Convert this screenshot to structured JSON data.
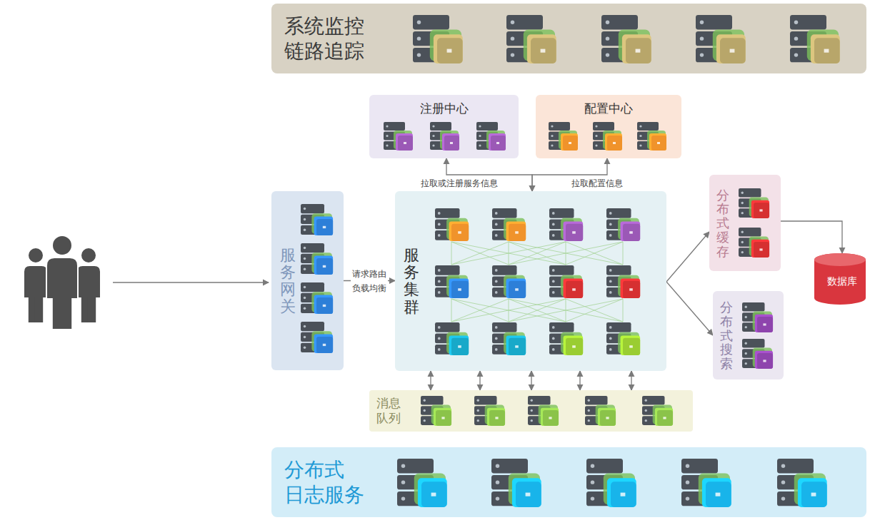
{
  "diagram": {
    "nodes": [
      {
        "text": [
          "系统监控 链路追踪"
        ]
      },
      {
        "text": [
          "注册中心"
        ]
      },
      {
        "text": [
          "配置中心"
        ]
      },
      {
        "text": [
          "服务网关"
        ]
      },
      {
        "text": [
          "服务集群"
        ]
      },
      {
        "text": [
          "分布式缓存"
        ]
      },
      {
        "text": [
          "数据库"
        ]
      },
      {
        "text": [
          "分布式搜索"
        ]
      },
      {
        "text": [
          "消息 队列"
        ]
      },
      {
        "text": [
          "分布式 日志服务"
        ]
      }
    ],
    "edges": [
      {
        "from": 3,
        "to": 4,
        "label": "请求路由 负载均衡",
        "arrow": "to"
      },
      {
        "from": 4,
        "to": 1,
        "label": "拉取或注册服务信息",
        "arrow": "both"
      },
      {
        "from": 4,
        "to": 2,
        "label": "拉取配置信息",
        "arrow": "both"
      },
      {
        "from": 4,
        "to": 5,
        "arrow": "to"
      },
      {
        "from": 4,
        "to": 7,
        "arrow": "to"
      },
      {
        "from": 5,
        "to": 6,
        "arrow": "to"
      },
      {
        "from": 4,
        "to": 8,
        "arrow": "both"
      },
      {
        "from": 4,
        "to": 8,
        "arrow": "both"
      },
      {
        "from": 4,
        "to": 8,
        "arrow": "both"
      },
      {
        "from": 4,
        "to": 8,
        "arrow": "both"
      },
      {
        "from": 4,
        "to": 8,
        "arrow": "both"
      }
    ]
  }
}
